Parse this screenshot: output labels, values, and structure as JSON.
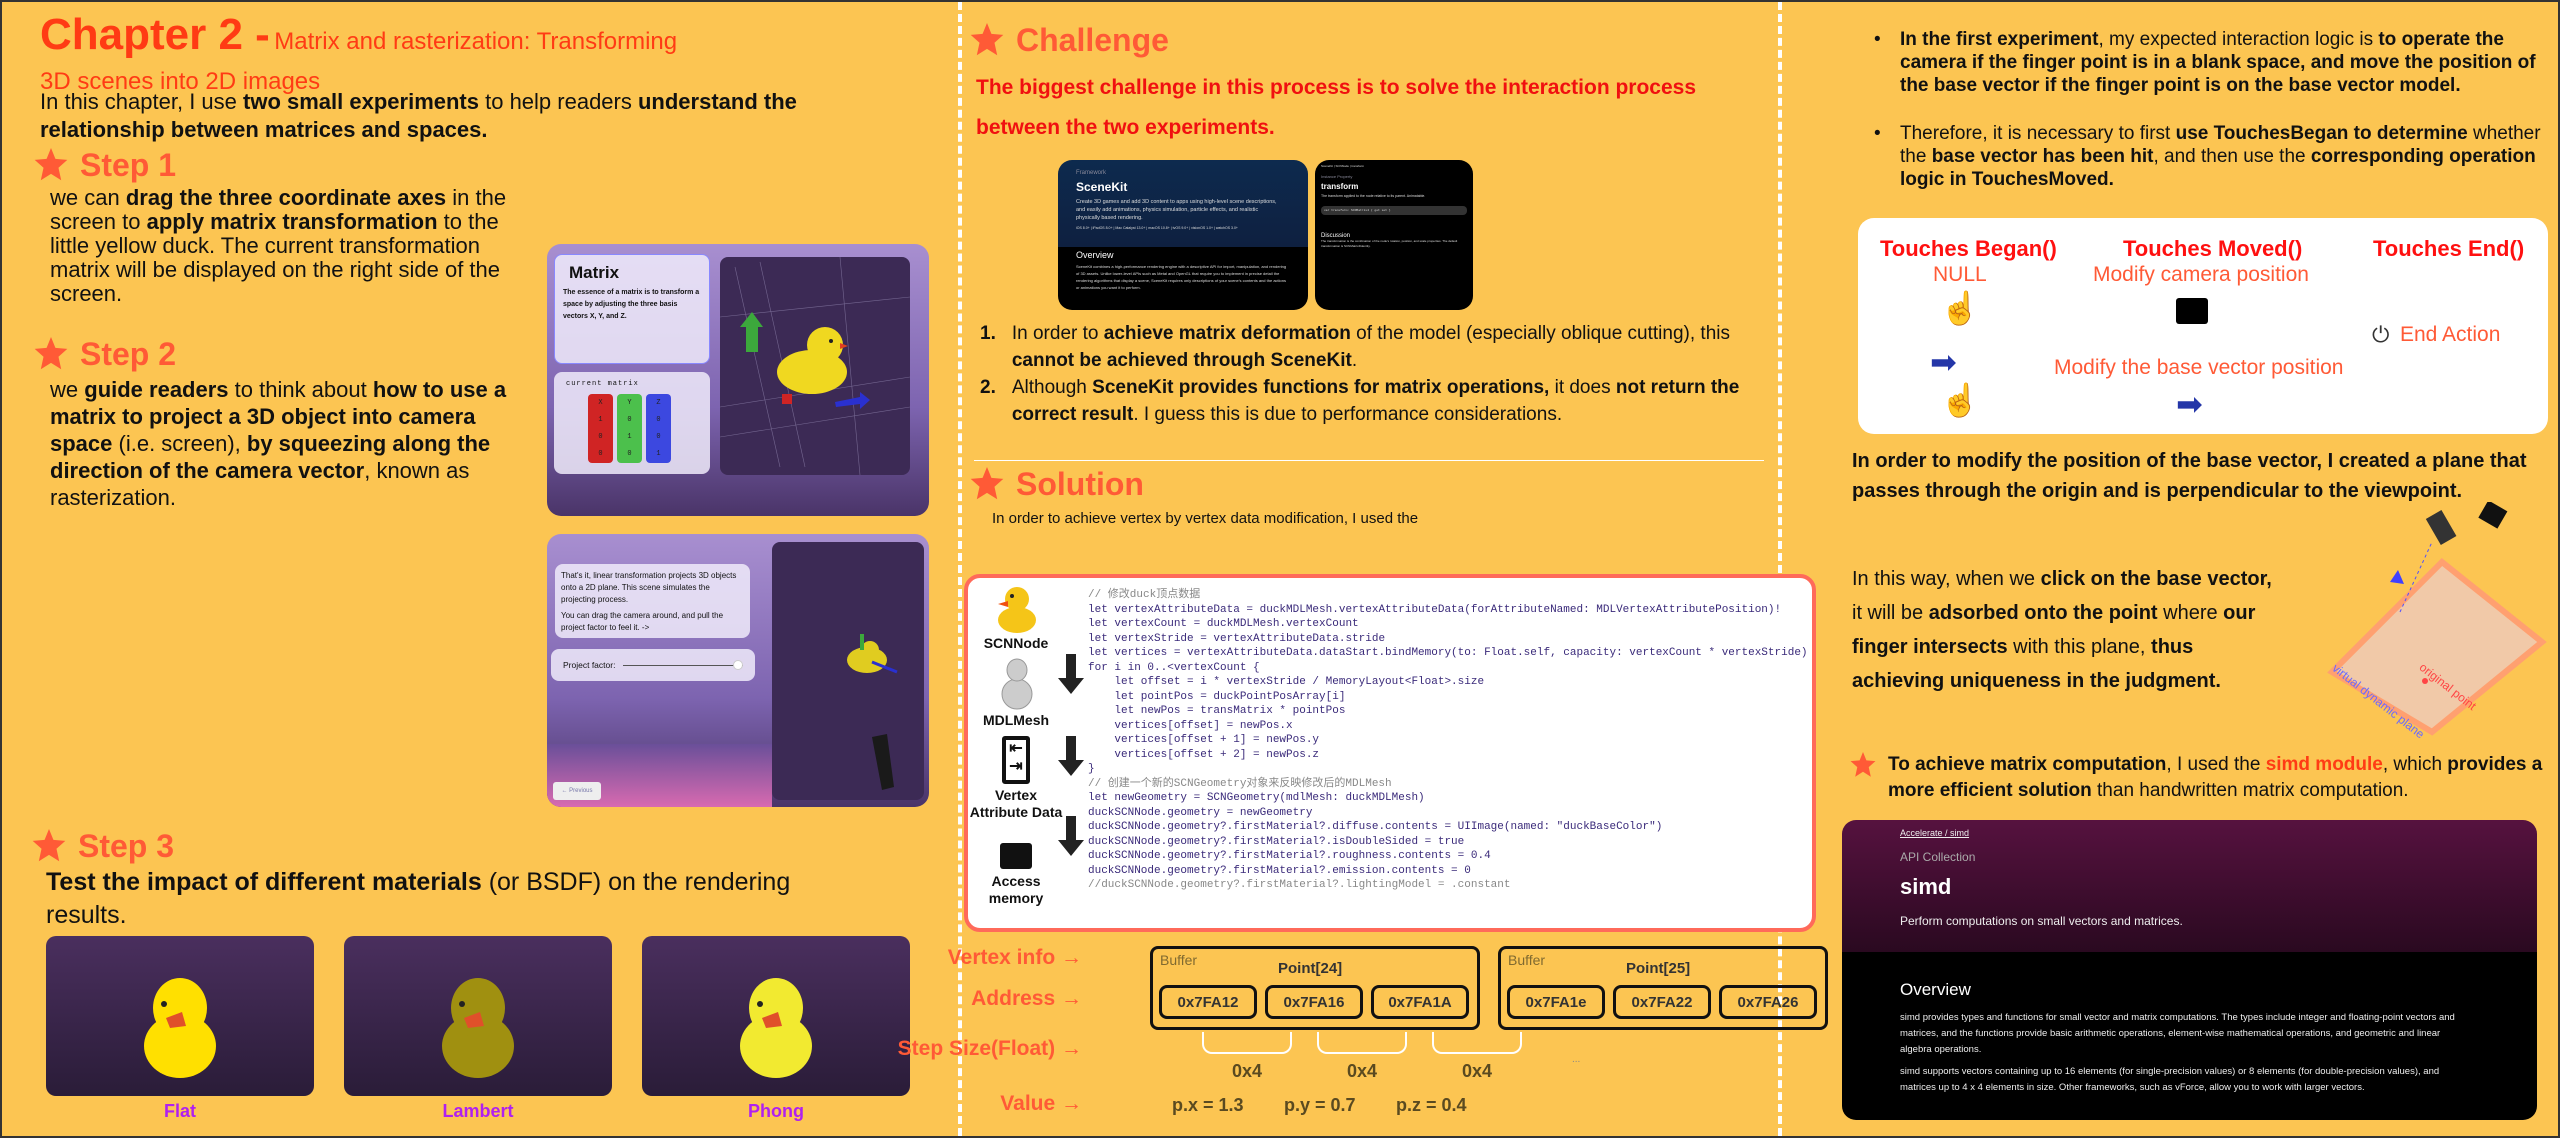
{
  "chapter": {
    "title": "Chapter 2 -",
    "subtitle_1": "Matrix and rasterization: Transforming",
    "subtitle_2": "3D scenes into 2D images",
    "intro": [
      {
        "t": "In this chapter, I use "
      },
      {
        "t": "two small experiments",
        "b": 1
      },
      {
        "t": " to help readers "
      },
      {
        "t": "understand the relationship between matrices and spaces.",
        "b": 1
      }
    ]
  },
  "step1": {
    "heading": "Step 1",
    "text": [
      {
        "t": "we can "
      },
      {
        "t": "drag the three coordinate axes",
        "b": 1
      },
      {
        "t": " in the screen to "
      },
      {
        "t": "apply matrix transformation",
        "b": 1
      },
      {
        "t": " to the little yellow duck. The current transformation matrix will be displayed on the right side of the screen."
      }
    ],
    "app": {
      "title": "Matrix",
      "desc": "The essence of a matrix is to transform a space by adjusting the three basis vectors X, Y, and Z.",
      "matrix_label": "current matrix",
      "columns": [
        {
          "name": "X",
          "values": [
            "1",
            "0",
            "0"
          ],
          "color": "#d02424"
        },
        {
          "name": "Y",
          "values": [
            "0",
            "1",
            "0"
          ],
          "color": "#4cc04c"
        },
        {
          "name": "Z",
          "values": [
            "0",
            "0",
            "1"
          ],
          "color": "#3c48e0"
        }
      ]
    }
  },
  "step2": {
    "heading": "Step 2",
    "text": [
      {
        "t": "we "
      },
      {
        "t": "guide readers",
        "b": 1
      },
      {
        "t": " to think about "
      },
      {
        "t": "how to use a matrix to project a 3D object into camera space",
        "b": 1
      },
      {
        "t": " (i.e. screen), "
      },
      {
        "t": "by squeezing along the direction of the camera vector",
        "b": 1
      },
      {
        "t": ", known as rasterization."
      }
    ],
    "app": {
      "desc_1": "That's it, linear transformation projects 3D objects onto a 2D plane. This scene simulates the projecting process.",
      "desc_2": "You can drag the camera around, and pull the project factor to feel it. ->",
      "slider_label": "Project factor:",
      "slider_value": 1.0,
      "prev": "← Previous"
    }
  },
  "step3": {
    "heading": "Step 3",
    "text": [
      {
        "t": "Test the impact of different materials",
        "b": 1
      },
      {
        "t": " (or BSDF) on the rendering results."
      }
    ],
    "materials": [
      "Flat",
      "Lambert",
      "Phong"
    ]
  },
  "challenge": {
    "heading": "Challenge",
    "lead": "The biggest challenge in this process is to solve the interaction process between the two experiments.",
    "scenekit": {
      "eyebrow": "Framework",
      "title": "SceneKit",
      "desc": "Create 3D games and add 3D content to apps using high-level scene descriptions, and easily add animations, physics simulation, particle effects, and realistic physically based rendering.",
      "platforms": "iOS 8.0+ | iPadOS 8.0+ | Mac Catalyst 13.0+ | macOS 10.8+ | tvOS 9.0+ | visionOS 1.0+ | watchOS 3.0+",
      "overview": "Overview",
      "overview_text": "SceneKit combines a high-performance rendering engine with a descriptive API for import, manipulation, and rendering of 3D assets. Unlike lower-level APIs such as Metal and OpenGL that require you to implement in precise detail the rendering algorithms that display a scene, SceneKit requires only descriptions of your scene's contents and the actions or animations you want it to perform."
    },
    "transform": {
      "breadcrumb": "SceneKit | SCNNode | transform",
      "eyebrow": "Instance Property",
      "title": "transform",
      "desc": "The transform applied to the node relative to its parent. Animatable.",
      "decl": "var transform: SCNMatrix4 { get set }",
      "discussion": "Discussion",
      "discussion_text": "The transformation is the combination of the node's rotation, position, and scale properties. The default transformation is SCNMatrix4Identity."
    },
    "points": [
      [
        {
          "t": "In order to "
        },
        {
          "t": "achieve matrix deformation",
          "b": 1
        },
        {
          "t": " of the model (especially oblique cutting), this "
        },
        {
          "t": "cannot be achieved through SceneKit",
          "b": 1
        },
        {
          "t": "."
        }
      ],
      [
        {
          "t": "Although "
        },
        {
          "t": "SceneKit provides functions for matrix operations,",
          "b": 1
        },
        {
          "t": " it does "
        },
        {
          "t": "not return the correct result",
          "b": 1
        },
        {
          "t": ". I guess this is due to performance considerations."
        }
      ]
    ]
  },
  "solution": {
    "heading": "Solution",
    "lead": "In order to achieve vertex by vertex data modification, I used the",
    "flow": [
      "SCNNode",
      "MDLMesh",
      "Vertex Attribute Data",
      "Access memory"
    ],
    "code": [
      {
        "t": "// 修改duck顶点数据",
        "c": 1
      },
      {
        "t": "let vertexAttributeData = duckMDLMesh.vertexAttributeData(forAttributeNamed: MDLVertexAttributePosition)!"
      },
      {
        "t": "let vertexCount = duckMDLMesh.vertexCount"
      },
      {
        "t": "let vertexStride = vertexAttributeData.stride"
      },
      {
        "t": "let vertices = vertexAttributeData.dataStart.bindMemory(to: Float.self, capacity: vertexCount * vertexStride)"
      },
      {
        "t": ""
      },
      {
        "t": "for i in 0..<vertexCount {"
      },
      {
        "t": "    let offset = i * vertexStride / MemoryLayout<Float>.size"
      },
      {
        "t": "    let pointPos = duckPointPosArray[i]"
      },
      {
        "t": "    let newPos = transMatrix * pointPos"
      },
      {
        "t": "    vertices[offset] = newPos.x"
      },
      {
        "t": "    vertices[offset + 1] = newPos.y"
      },
      {
        "t": "    vertices[offset + 2] = newPos.z"
      },
      {
        "t": "}"
      },
      {
        "t": ""
      },
      {
        "t": "// 创建一个新的SCNGeometry对象来反映修改后的MDLMesh",
        "c": 1
      },
      {
        "t": "let newGeometry = SCNGeometry(mdlMesh: duckMDLMesh)"
      },
      {
        "t": "duckSCNNode.geometry = newGeometry"
      },
      {
        "t": "duckSCNNode.geometry?.firstMaterial?.diffuse.contents = UIImage(named: \"duckBaseColor\")"
      },
      {
        "t": "duckSCNNode.geometry?.firstMaterial?.isDoubleSided = true"
      },
      {
        "t": "duckSCNNode.geometry?.firstMaterial?.roughness.contents = 0.4"
      },
      {
        "t": "duckSCNNode.geometry?.firstMaterial?.emission.contents = 0"
      },
      {
        "t": "//duckSCNNode.geometry?.firstMaterial?.lightingModel = .constant",
        "c": 1
      }
    ],
    "memory": {
      "row_labels": [
        "Vertex info →",
        "Address →",
        "Step Size(Float) →",
        "Value →"
      ],
      "buffers": [
        {
          "label": "Buffer",
          "point": "Point[24]",
          "addresses": [
            "0x7FA12",
            "0x7FA16",
            "0x7FA1A"
          ]
        },
        {
          "label": "Buffer",
          "point": "Point[25]",
          "addresses": [
            "0x7FA1e",
            "0x7FA22",
            "0x7FA26"
          ]
        }
      ],
      "steps": [
        "0x4",
        "0x4",
        "0x4"
      ],
      "values": [
        "p.x = 1.3",
        "p.y = 0.7",
        "p.z = 0.4"
      ],
      "ellipsis": "..."
    }
  },
  "interaction": {
    "bullets": [
      [
        {
          "t": "In the first experiment",
          "b": 1
        },
        {
          "t": ", my expected interaction logic is "
        },
        {
          "t": "to operate the camera if the finger point is in a blank space, and move the position of the base vector if the finger point is on the base vector model.",
          "b": 1
        }
      ],
      [
        {
          "t": "Therefore, it is necessary to first "
        },
        {
          "t": "use TouchesBegan to determine",
          "b": 1
        },
        {
          "t": " whether the "
        },
        {
          "t": "base vector has been hit",
          "b": 1
        },
        {
          "t": ", and then use the "
        },
        {
          "t": "corresponding operation logic in TouchesMoved.",
          "b": 1
        }
      ]
    ],
    "table": {
      "began": "Touches Began()",
      "moved": "Touches Moved()",
      "end": "Touches End()",
      "null": "NULL",
      "camera": "Modify camera position",
      "vector": "Modify the base vector position",
      "end_action": "End Action"
    },
    "plane_text": "In order to modify the position of the base vector, I created a plane that passes through the origin and is perpendicular to the viewpoint.",
    "adsorb": [
      {
        "t": "In this way, when we "
      },
      {
        "t": "click on the base vector,",
        "b": 1
      },
      {
        "t": " it will be "
      },
      {
        "t": "adsorbed onto the point",
        "b": 1
      },
      {
        "t": " where "
      },
      {
        "t": "our finger intersects",
        "b": 1
      },
      {
        "t": " with this plane, "
      },
      {
        "t": "thus achieving uniqueness in the judgment.",
        "b": 1
      }
    ],
    "diagram": {
      "original": "original point",
      "plane": "virtual dynamic plane"
    },
    "simd_text": [
      {
        "t": "To achieve matrix computation",
        "b": 1
      },
      {
        "t": ", I used the "
      },
      {
        "t": "simd module",
        "b": 1,
        "r": 1
      },
      {
        "t": ", which "
      },
      {
        "t": "provides a more efficient solution",
        "b": 1
      },
      {
        "t": " than handwritten matrix computation."
      }
    ],
    "simd": {
      "breadcrumb": "Accelerate / simd",
      "eyebrow": "API Collection",
      "title": "simd",
      "desc": "Perform computations on small vectors and matrices.",
      "overview": "Overview",
      "p1": "simd provides types and functions for small vector and matrix computations. The types include integer and floating-point vectors and matrices, and the functions provide basic arithmetic operations, element-wise mathematical operations, and geometric and linear algebra operations.",
      "p2": "simd supports vectors containing up to 16 elements (for single-precision values) or 8 elements (for double-precision values), and matrices up to 4 x 4 elements in size. Other frameworks, such as vForce, allow you to work with larger vectors."
    }
  },
  "colors": {
    "bg": "#fcc552",
    "accent": "#ff5a36",
    "title": "#ff3b14",
    "material": "#b020f0"
  }
}
